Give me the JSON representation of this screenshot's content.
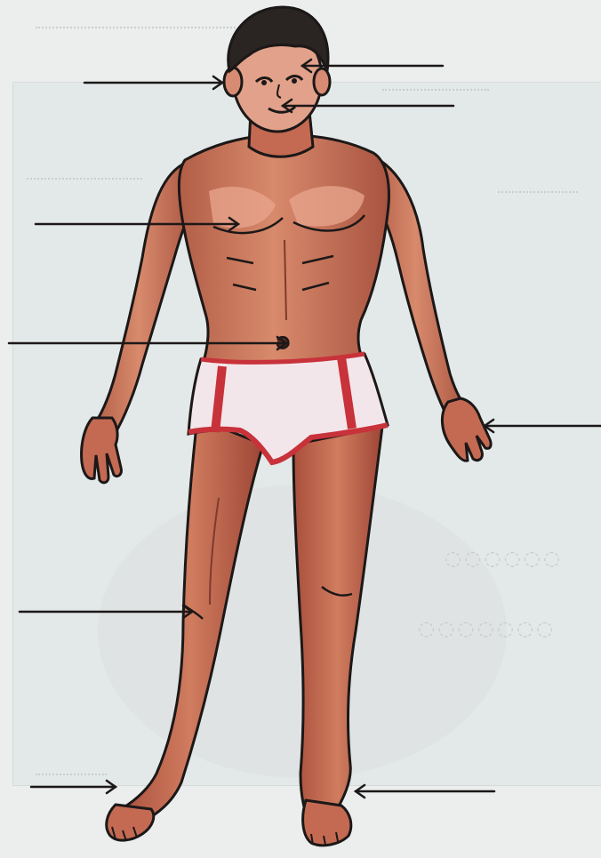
{
  "diagram": {
    "labels": [
      {
        "id": "ear",
        "text": ""
      },
      {
        "id": "eye",
        "text": ""
      },
      {
        "id": "mouth",
        "text": ""
      },
      {
        "id": "chest",
        "text": ""
      },
      {
        "id": "navel",
        "text": ""
      },
      {
        "id": "hand",
        "text": ""
      },
      {
        "id": "knee",
        "text": ""
      },
      {
        "id": "left-toes",
        "text": ""
      },
      {
        "id": "right-foot",
        "text": ""
      }
    ]
  },
  "colors": {
    "skin": "#c9705a",
    "skin_dark": "#9c4638",
    "skin_light": "#e7a48c",
    "hair": "#2a2422",
    "underwear_white": "#f3e6ea",
    "underwear_red": "#c8323a",
    "ink": "#1c1818",
    "panel": "#e3e8e8"
  }
}
